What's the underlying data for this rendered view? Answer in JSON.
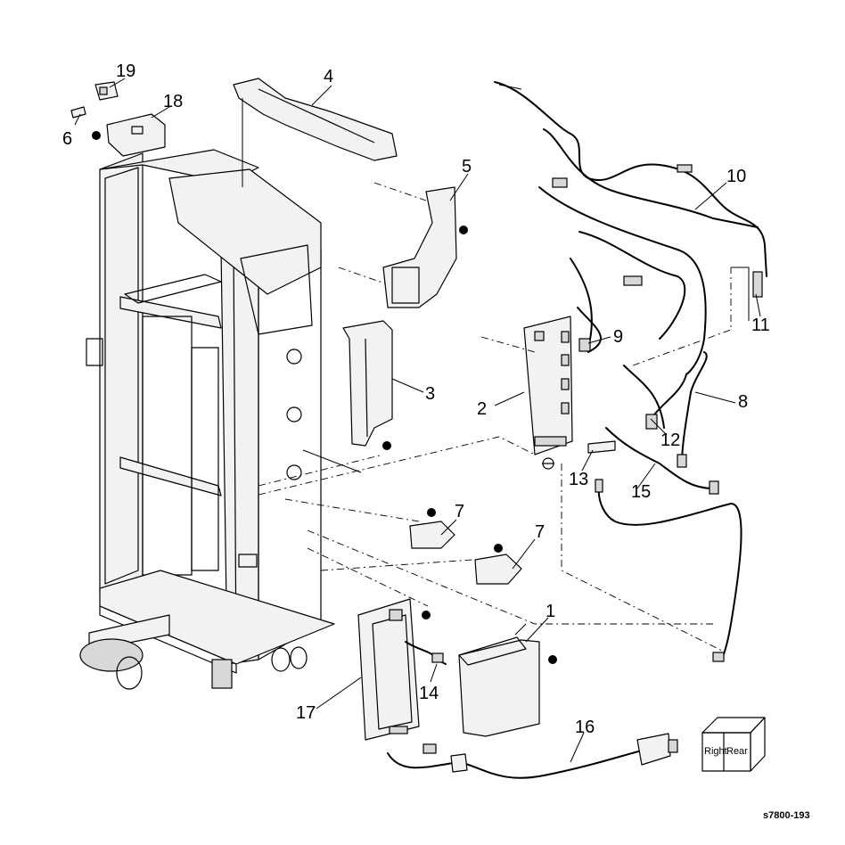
{
  "figure_id": "s7800-193",
  "orientation_cube": {
    "right_label": "Right",
    "rear_label": "Rear"
  },
  "callouts": [
    {
      "id": "c1",
      "label": "1"
    },
    {
      "id": "c2",
      "label": "2"
    },
    {
      "id": "c3",
      "label": "3"
    },
    {
      "id": "c4",
      "label": "4"
    },
    {
      "id": "c5",
      "label": "5"
    },
    {
      "id": "c6",
      "label": "6"
    },
    {
      "id": "c7a",
      "label": "7"
    },
    {
      "id": "c7b",
      "label": "7"
    },
    {
      "id": "c8",
      "label": "8"
    },
    {
      "id": "c9",
      "label": "9"
    },
    {
      "id": "c10",
      "label": "10"
    },
    {
      "id": "c11",
      "label": "11"
    },
    {
      "id": "c12",
      "label": "12"
    },
    {
      "id": "c13",
      "label": "13"
    },
    {
      "id": "c14",
      "label": "14"
    },
    {
      "id": "c15",
      "label": "15"
    },
    {
      "id": "c16",
      "label": "16"
    },
    {
      "id": "c17",
      "label": "17"
    },
    {
      "id": "c18",
      "label": "18"
    },
    {
      "id": "c19",
      "label": "19"
    }
  ]
}
